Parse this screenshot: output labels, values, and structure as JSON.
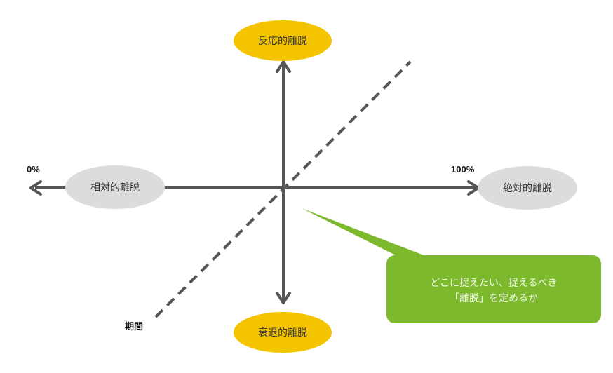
{
  "nodes": {
    "top": "反応的離脱",
    "bottom": "衰退的離脱",
    "left": "相対的離脱",
    "right": "絶対的離脱"
  },
  "axis_labels": {
    "left_end": "0%",
    "right_end": "100%",
    "diagonal_end": "期間"
  },
  "callout": {
    "line1": "どこに捉えたい、捉えるべき",
    "line2": "「離脱」を定めるか"
  },
  "colors": {
    "axis": "#555555",
    "yellow_oval": "#f5c400",
    "gray_oval": "#dcdcdc",
    "callout_green": "#7db92c"
  }
}
